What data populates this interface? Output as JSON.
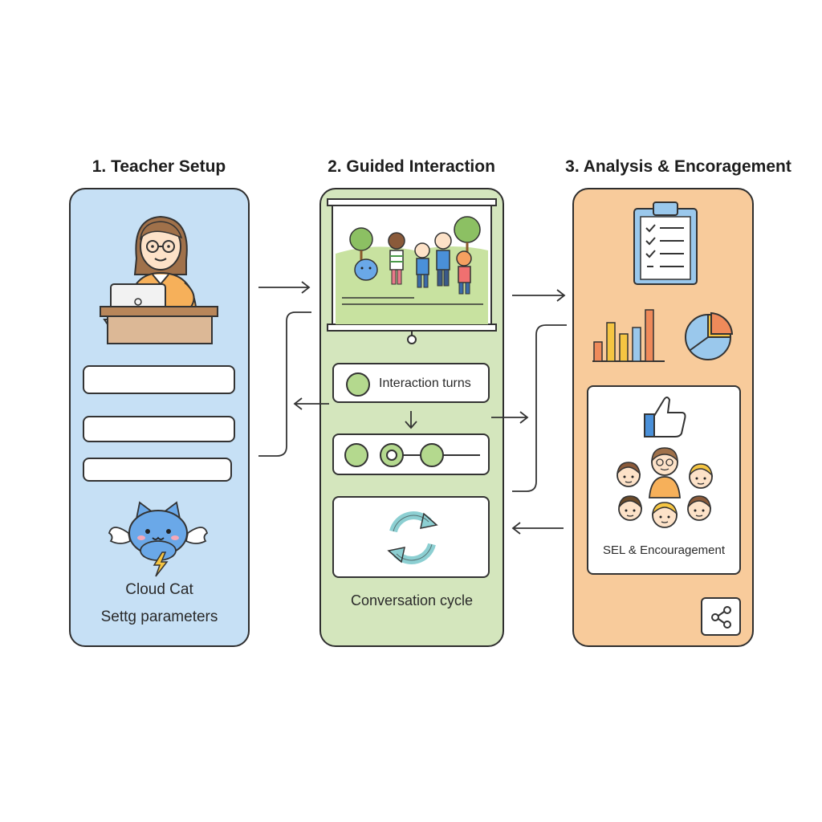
{
  "columns": [
    {
      "title": "1. Teacher Setup",
      "color": "#c6e0f5"
    },
    {
      "title": "2. Guided Interaction",
      "color": "#d4e6bd"
    },
    {
      "title": "3. Analysis & Encoragement",
      "color": "#f8cb9b"
    }
  ],
  "setup": {
    "cat_name": "Cloud Cat",
    "params_label": "Settg parameters"
  },
  "interaction": {
    "turns_label": "Interaction turns",
    "cycle_label": "Conversation cycle"
  },
  "analysis": {
    "sel_label": "SEL & Encouragement"
  },
  "icons": [
    "teacher-icon",
    "laptop-icon",
    "cat-icon",
    "projector-icon",
    "children-icon",
    "cycle-icon",
    "clipboard-icon",
    "bar-chart-icon",
    "pie-chart-icon",
    "thumbs-up-icon",
    "group-icon",
    "share-icon"
  ]
}
